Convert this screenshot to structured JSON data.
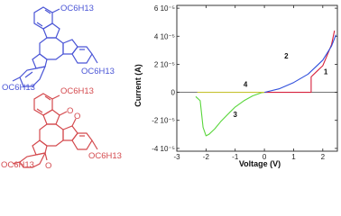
{
  "molecule_top": {
    "color": "#4a55d6",
    "substituents": [
      "OC6H13",
      "OC6H13",
      "OC6H13"
    ]
  },
  "molecule_bottom": {
    "color": "#d44a4e",
    "substituents": [
      "OC6H13",
      "OC6H13",
      "OC6H13"
    ],
    "carbonyls": [
      "O",
      "O",
      "O"
    ]
  },
  "chart_data": {
    "type": "line",
    "title": "",
    "xlabel": "Voltage (V)",
    "ylabel": "Current (A)",
    "xlim": [
      -3,
      2.5
    ],
    "ylim": [
      -4.2e-05,
      6.2e-05
    ],
    "xticks": [
      -3,
      -2,
      -1,
      0,
      1,
      2
    ],
    "xtick_labels": [
      "-3",
      "-2",
      "-1",
      "0",
      "1",
      "2"
    ],
    "yticks": [
      -4e-05,
      -2e-05,
      0,
      2e-05,
      4e-05,
      6e-05
    ],
    "ytick_labels": [
      "-4 10⁻⁵",
      "-2 10⁻⁵",
      "0",
      "2 10⁻⁵",
      "4 10⁻⁵",
      "6 10⁻⁵"
    ],
    "grid": false,
    "series": [
      {
        "name": "1",
        "color": "#d6203c",
        "x": [
          0,
          1.0,
          1.6,
          1.6,
          1.8,
          2.0,
          2.1,
          2.2,
          2.3,
          2.4
        ],
        "y": [
          0,
          0,
          0,
          1.1e-05,
          1.5e-05,
          1.9e-05,
          2.4e-05,
          2.9e-05,
          3.4e-05,
          4.4e-05
        ]
      },
      {
        "name": "2",
        "color": "#2f4fdc",
        "x": [
          0,
          0.5,
          1.0,
          1.5,
          2.0,
          2.3,
          2.45
        ],
        "y": [
          0,
          2.5e-06,
          7e-06,
          1.3e-05,
          2.3e-05,
          3.3e-05,
          4.1e-05
        ]
      },
      {
        "name": "3",
        "color": "#58d63a",
        "x": [
          -2.35,
          -2.2,
          -2.1,
          -2.0,
          -1.9,
          -1.7,
          -1.5,
          -1.2,
          -1.0,
          -0.7,
          -0.4,
          -0.1,
          0
        ],
        "y": [
          -3e-06,
          -6e-06,
          -2.5e-05,
          -3.1e-05,
          -3e-05,
          -2.6e-05,
          -2.1e-05,
          -1.45e-05,
          -1.05e-05,
          -6e-06,
          -2.5e-06,
          -3e-07,
          0
        ]
      },
      {
        "name": "4",
        "color": "#c6c230",
        "x": [
          -2.3,
          -2.0,
          -1.0,
          0
        ],
        "y": [
          0,
          0,
          0,
          0
        ]
      }
    ],
    "curve_labels": [
      {
        "text": "1",
        "x": 2.1,
        "y": 1.3e-05
      },
      {
        "text": "2",
        "x": 0.75,
        "y": 2.4e-05
      },
      {
        "text": "3",
        "x": -1.0,
        "y": -1.75e-05
      },
      {
        "text": "4",
        "x": -0.65,
        "y": 4e-06
      }
    ]
  }
}
